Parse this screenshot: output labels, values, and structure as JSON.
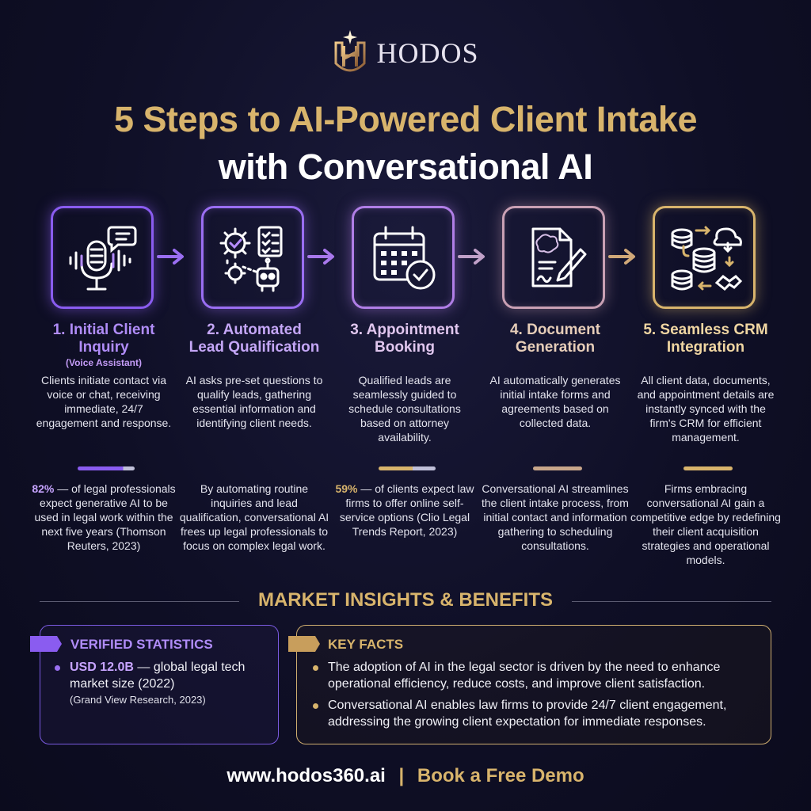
{
  "brand": {
    "name": "HODOS"
  },
  "title": {
    "line1": "5 Steps to AI-Powered Client Intake",
    "line2": "with Conversational AI"
  },
  "steps": [
    {
      "title_l1": "1. Initial Client",
      "title_l2": "Inquiry",
      "subtitle": "(Voice Assistant)",
      "desc": "Clients initiate contact via voice or chat, receiving immediate, 24/7 engagement and response.",
      "stat_value": "82%",
      "stat_text": " — of legal professionals expect generative AI to be used in legal work within the next five years (Thomson Reuters, 2023)",
      "icon": "microphone-chat-icon",
      "color": "#8a5cf0"
    },
    {
      "title_l1": "2. Automated",
      "title_l2": "Lead Qualification",
      "desc": "AI asks pre-set questions to qualify leads, gathering essential information and identifying client needs.",
      "foot": "By automating routine inquiries and lead qualification, conversational AI frees up legal professionals to focus on complex legal work.",
      "icon": "gears-checklist-robot-icon",
      "color": "#9a6ef2"
    },
    {
      "title_l1": "3. Appointment",
      "title_l2": "Booking",
      "desc": "Qualified leads are seamlessly guided to schedule consultations based on attorney availability.",
      "stat_value": "59%",
      "stat_text": " — of clients expect law firms to offer online self-service options (Clio Legal Trends Report, 2023)",
      "icon": "calendar-check-icon",
      "color": "#b07ee6"
    },
    {
      "title_l1": "4. Document",
      "title_l2": "Generation",
      "desc": "AI automatically generates initial intake forms and agreements based on collected data.",
      "foot": "Conversational AI streamlines the client intake process, from initial contact and information gathering to scheduling consultations.",
      "icon": "document-pen-icon",
      "color": "#c9a0b4"
    },
    {
      "title_l1": "5. Seamless CRM",
      "title_l2": "Integration",
      "desc": "All client data, documents, and appointment details are instantly synced with the firm's CRM for efficient management.",
      "foot": "Firms embracing conversational AI gain a competitive edge by redefining their client acquisition strategies and operational models.",
      "icon": "database-sync-icon",
      "color": "#d8b46c"
    }
  ],
  "market": {
    "title": "MARKET INSIGHTS & BENEFITS",
    "verified": {
      "heading": "VERIFIED STATISTICS",
      "value": "USD 12.0B",
      "text_l1": " — global legal tech",
      "text_l2": "market size (2022)",
      "source": "(Grand View Research, 2023)"
    },
    "facts": {
      "heading": "KEY FACTS",
      "item1_l1": "The adoption of AI in the legal sector is driven by the need to enhance",
      "item1_l2": "operational efficiency, reduce costs, and improve client satisfaction.",
      "item2_l1": "Conversational AI enables law firms to provide 24/7 client engagement,",
      "item2_l2": "addressing the growing client expectation for immediate responses."
    }
  },
  "footer": {
    "url": "www.hodos360.ai",
    "separator": "|",
    "cta": "Book a Free Demo"
  }
}
